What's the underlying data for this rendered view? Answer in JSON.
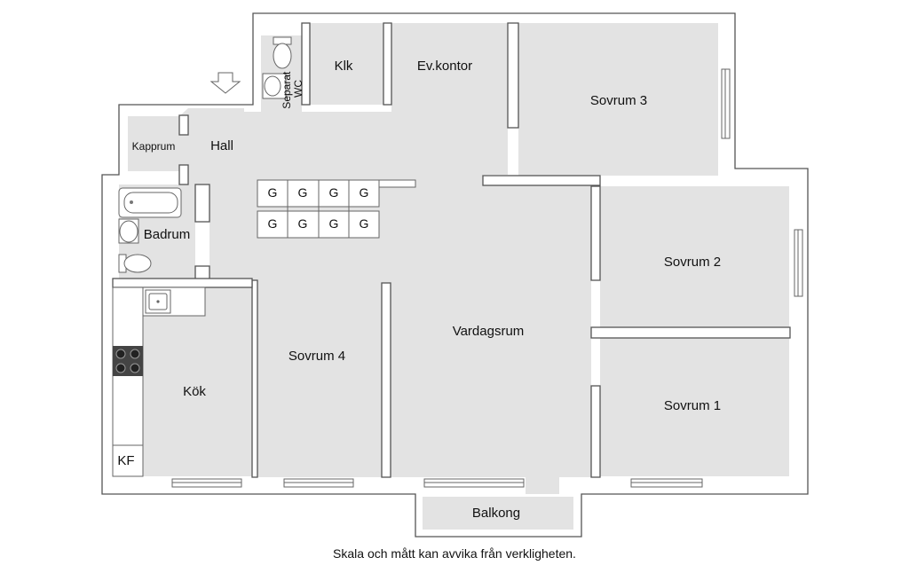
{
  "floorplan": {
    "rooms": {
      "hall": "Hall",
      "kapprum": "Kapprum",
      "separat_wc_line1": "Separat",
      "separat_wc_line2": "WC",
      "klk": "Klk",
      "ev_kontor": "Ev.kontor",
      "sovrum_3": "Sovrum 3",
      "sovrum_2": "Sovrum 2",
      "sovrum_1": "Sovrum 1",
      "sovrum_4": "Sovrum 4",
      "vardagsrum": "Vardagsrum",
      "badrum": "Badrum",
      "kok": "Kök",
      "kf": "KF",
      "balkong": "Balkong"
    },
    "wardrobe_label": "G",
    "caption": "Skala och mått kan avvika från verkligheten."
  },
  "colors": {
    "floor": "#e3e3e3",
    "wall": "#ffffff",
    "outline": "#555555"
  }
}
